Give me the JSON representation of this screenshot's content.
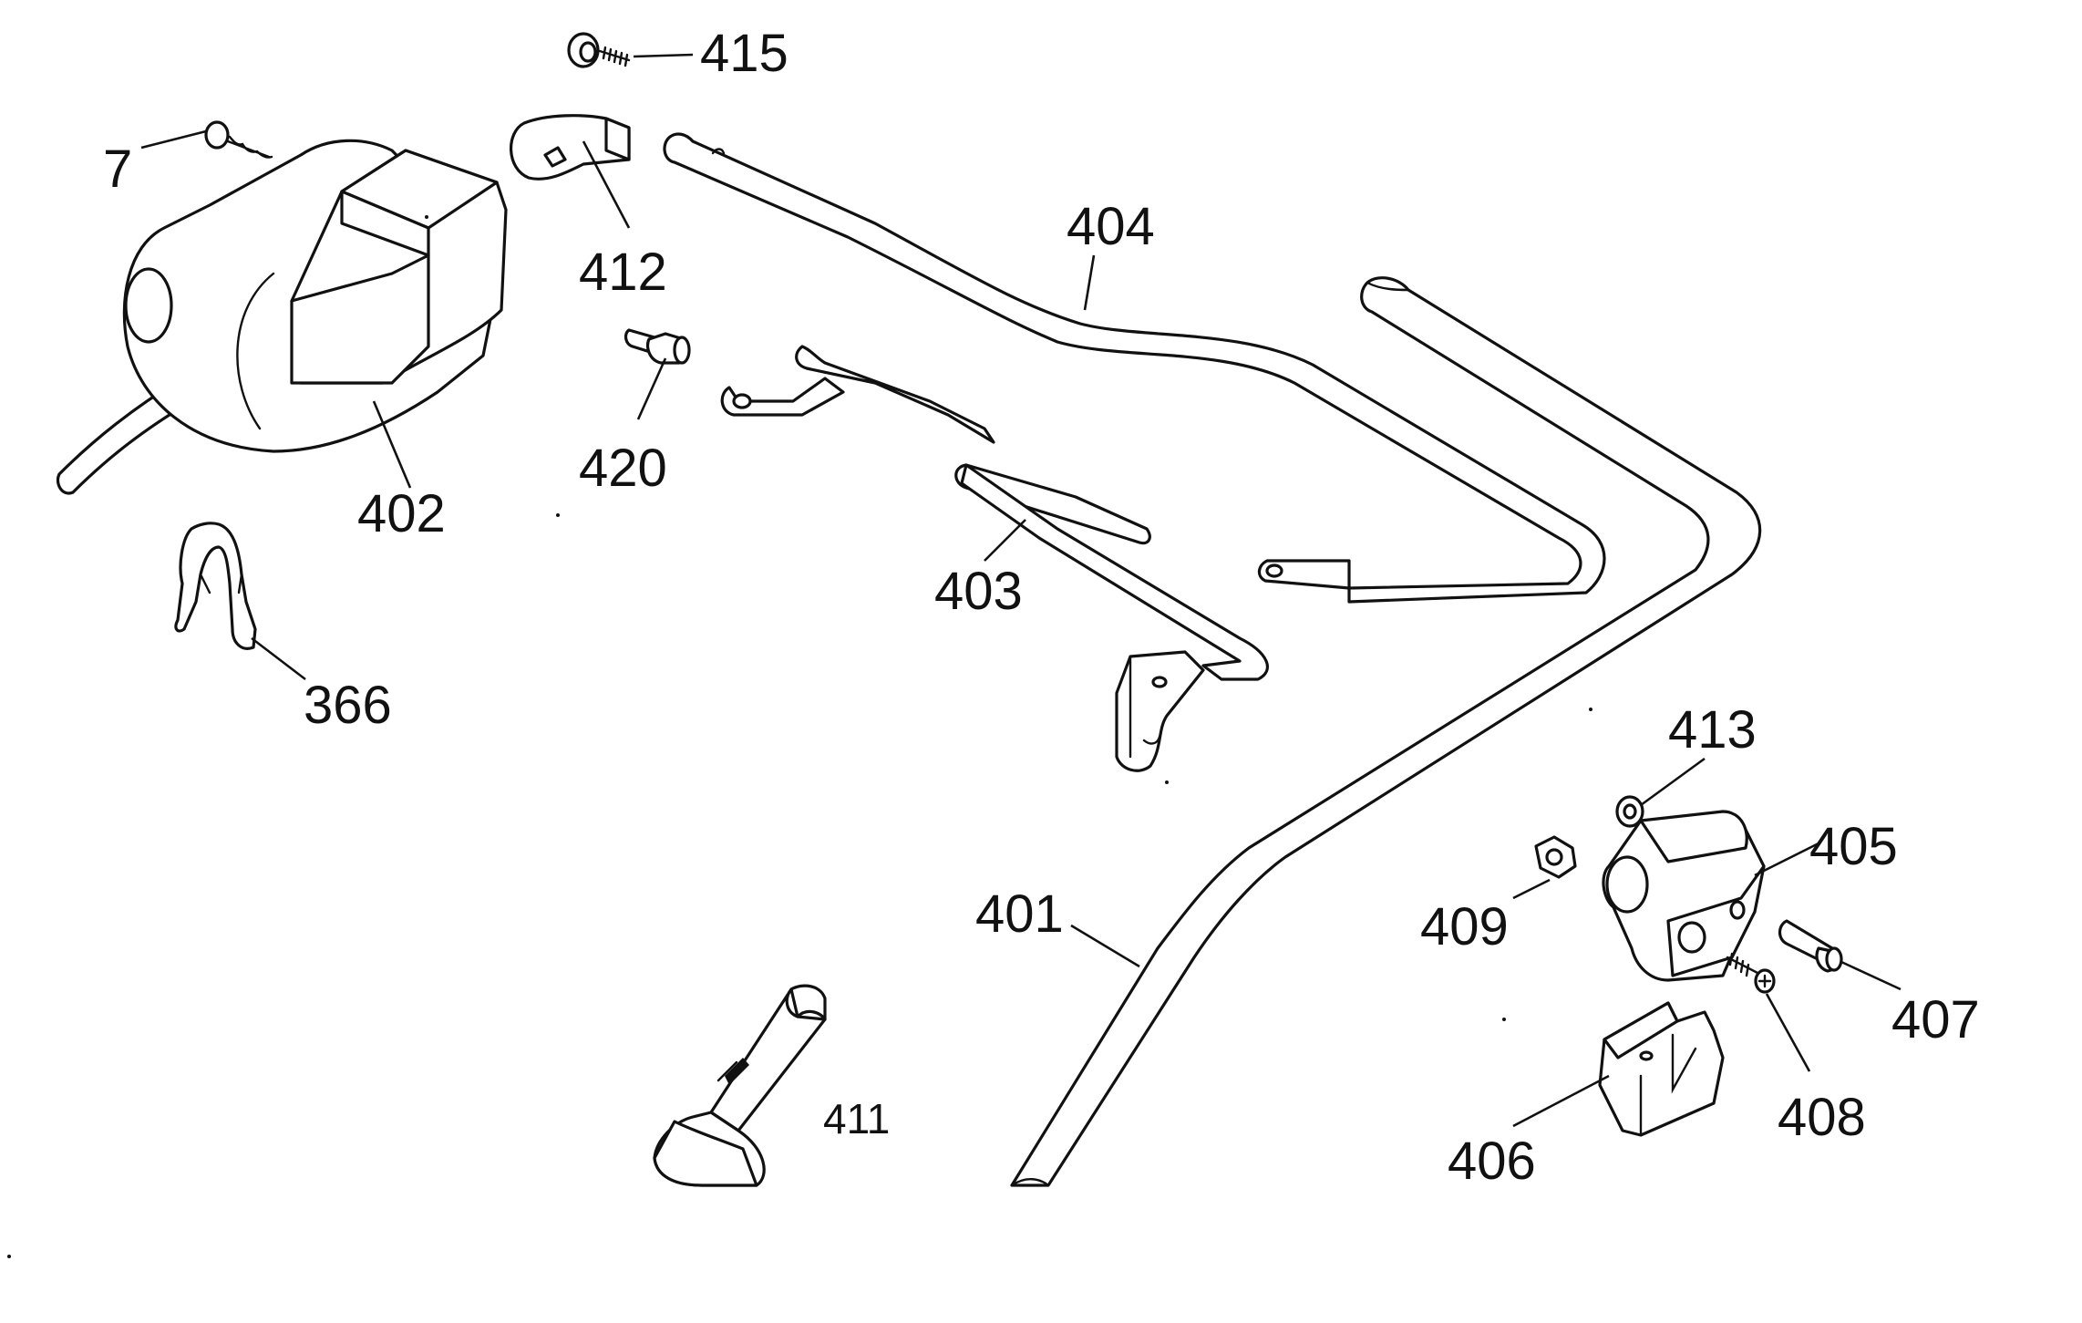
{
  "labels": {
    "p7": "7",
    "p366": "366",
    "p401": "401",
    "p402": "402",
    "p403": "403",
    "p404": "404",
    "p405": "405",
    "p406": "406",
    "p407": "407",
    "p408": "408",
    "p409": "409",
    "p411": "411",
    "p412": "412",
    "p413": "413",
    "p415": "415",
    "p420": "420"
  }
}
